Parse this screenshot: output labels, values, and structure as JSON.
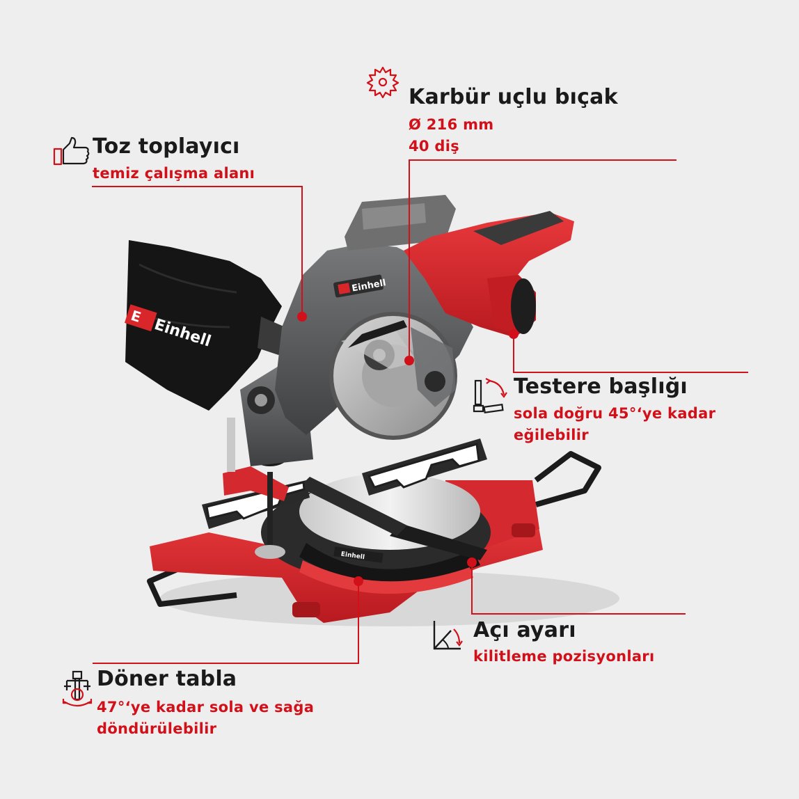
{
  "features": {
    "blade": {
      "title": "Karbür uçlu bıçak",
      "line1": "Ø 216 mm",
      "line2": "40 diş",
      "icon": "saw-blade-icon"
    },
    "dust": {
      "title": "Toz toplayıcı",
      "line1": "temiz çalışma alanı",
      "icon": "thumbs-up-icon"
    },
    "head": {
      "title": "Testere başlığı",
      "line1": "sola doğru 45°‘ye kadar",
      "line2": "eğilebilir",
      "icon": "tilt-angle-icon"
    },
    "angle": {
      "title": "Açı ayarı",
      "line1": "kilitleme pozisyonları",
      "icon": "angle-icon"
    },
    "table": {
      "title": "Döner tabla",
      "line1": "47°‘ye kadar sola ve sağa",
      "line2": "döndürülebilir",
      "icon": "rotate-table-icon"
    }
  },
  "product": {
    "brand": "Einhell"
  },
  "colors": {
    "accent": "#d1101a",
    "background": "#efeeee",
    "text": "#1a1a1a",
    "machine_red": "#d8262b",
    "machine_grey": "#5b5c5e"
  }
}
